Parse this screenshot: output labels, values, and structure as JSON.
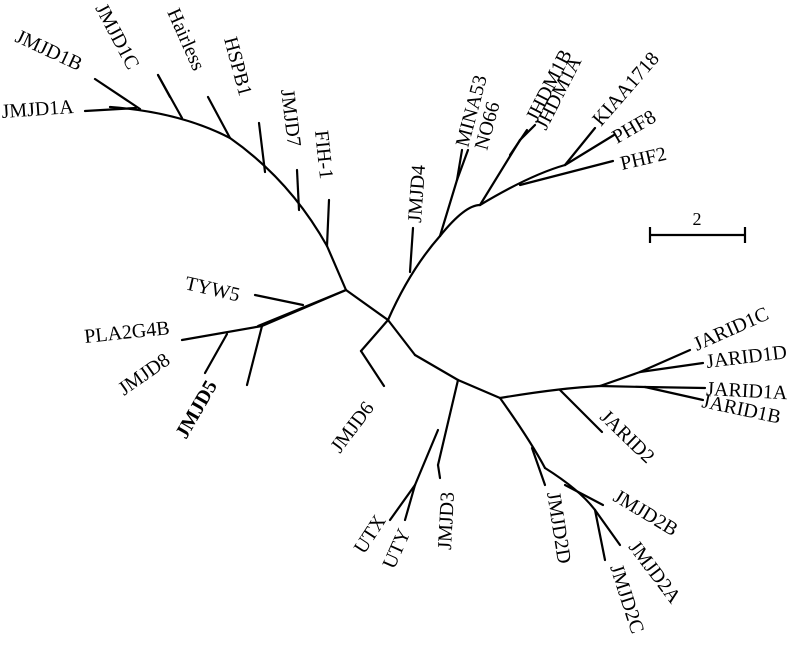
{
  "tree": {
    "labels": {
      "jmjd1c": "JMJD1C",
      "hairless": "Hairless",
      "jmjd1b": "JMJD1B",
      "hspb1": "HSPB1",
      "jmjd1a": "JMJD1A",
      "jmjd7": "JMJD7",
      "fih1": "FIH-1",
      "mina53": "MINA53",
      "no66": "NO66",
      "jhdm1b": "JHDM1B",
      "jhdm1a": "JHDM1A",
      "kiaa1718": "KIAA1718",
      "phf8": "PHF8",
      "phf2": "PHF2",
      "jmjd4": "JMJD4",
      "tyw5": "TYW5",
      "pla2g4b": "PLA2G4B",
      "jmjd8": "JMJD8",
      "jmjd5": "JMJD5",
      "jmjd6": "JMJD6",
      "jarid1c": "JARID1C",
      "jarid1d": "JARID1D",
      "jarid1a": "JARID1A",
      "jarid1b": "JARID1B",
      "jarid2": "JARID2",
      "jmjd3": "JMJD3",
      "utx": "UTX",
      "uty": "UTY",
      "jmjd2d": "JMJD2D",
      "jmjd2b": "JMJD2B",
      "jmjd2a": "JMJD2A",
      "jmjd2c": "JMJD2C"
    },
    "scale_bar": {
      "label": "2"
    }
  }
}
